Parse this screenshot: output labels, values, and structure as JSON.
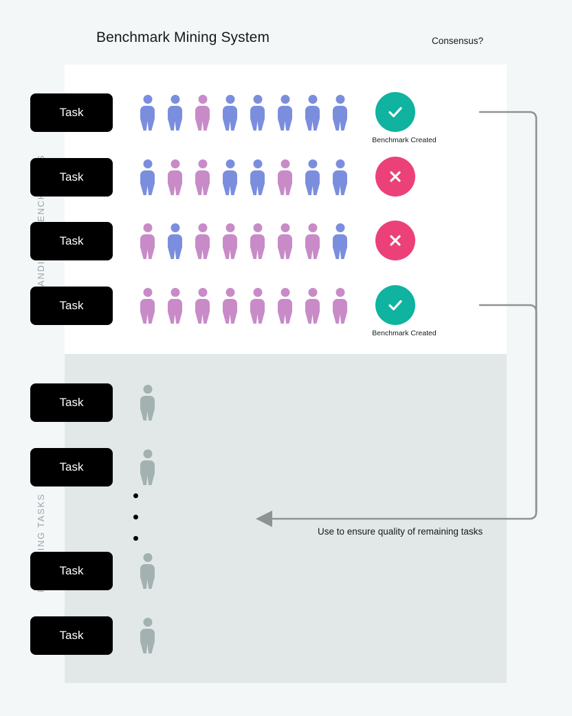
{
  "header": {
    "title": "Benchmark Mining System",
    "consensus_label": "Consensus?"
  },
  "side_labels": {
    "candidate": "CANDIDATE BENCHMARKS",
    "remaining": "REMAINING TASKS"
  },
  "colors": {
    "page_background": "#f4f7f8",
    "top_panel": "#ffffff",
    "bottom_panel": "#e2e7e7",
    "task_button": "#000000",
    "person_blue": "#7b8ede",
    "person_pink": "#c88bc8",
    "person_gray": "#a3b1b1",
    "status_ok": "#0fb3a0",
    "status_no": "#ec4178",
    "connector": "#8d9294"
  },
  "candidate_rows": [
    {
      "task_label": "Task",
      "workers": [
        "blue",
        "blue",
        "pink",
        "blue",
        "blue",
        "blue",
        "blue",
        "blue"
      ],
      "status": "check",
      "status_icon": "check-icon",
      "status_label": "Benchmark Created"
    },
    {
      "task_label": "Task",
      "workers": [
        "blue",
        "pink",
        "pink",
        "blue",
        "blue",
        "pink",
        "blue",
        "blue"
      ],
      "status": "cross",
      "status_icon": "cross-icon",
      "status_label": ""
    },
    {
      "task_label": "Task",
      "workers": [
        "pink",
        "blue",
        "pink",
        "pink",
        "pink",
        "pink",
        "pink",
        "blue"
      ],
      "status": "cross",
      "status_icon": "cross-icon",
      "status_label": ""
    },
    {
      "task_label": "Task",
      "workers": [
        "pink",
        "pink",
        "pink",
        "pink",
        "pink",
        "pink",
        "pink",
        "pink"
      ],
      "status": "check",
      "status_icon": "check-icon",
      "status_label": "Benchmark Created"
    }
  ],
  "remaining_rows": [
    {
      "task_label": "Task",
      "workers": [
        "gray"
      ]
    },
    {
      "task_label": "Task",
      "workers": [
        "gray"
      ]
    },
    {
      "task_label": "Task",
      "workers": [
        "gray"
      ]
    },
    {
      "task_label": "Task",
      "workers": [
        "gray"
      ]
    }
  ],
  "ellipsis": {
    "dots": 3
  },
  "feedback_arrow": {
    "caption": "Use to ensure quality of remaining tasks",
    "direction": "left"
  }
}
